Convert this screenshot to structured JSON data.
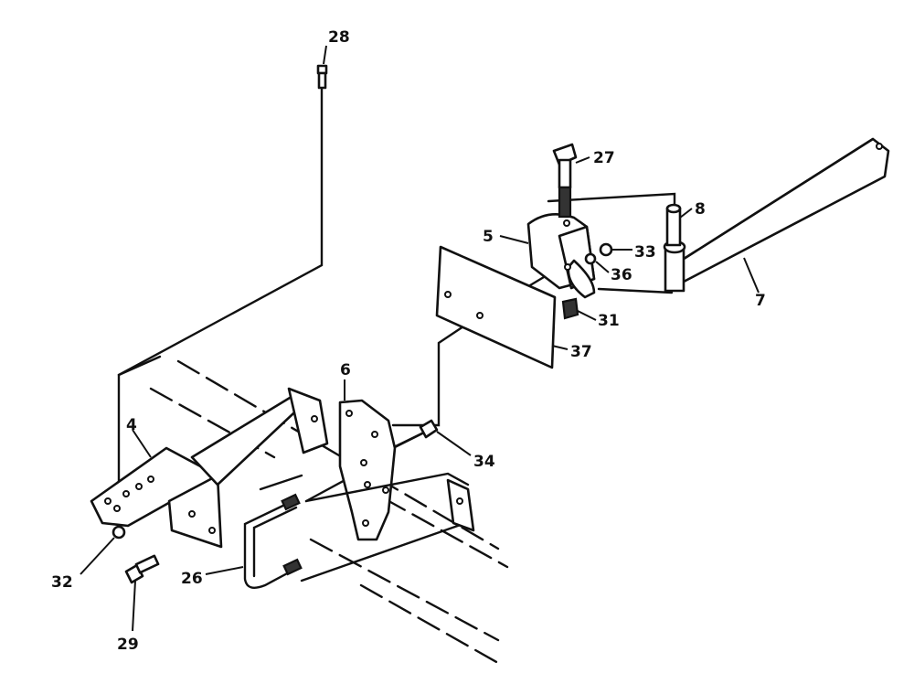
{
  "callouts": {
    "c4": "4",
    "c5": "5",
    "c6": "6",
    "c7": "7",
    "c8": "8",
    "c26": "26",
    "c27": "27",
    "c28": "28",
    "c29": "29",
    "c31": "31",
    "c32": "32",
    "c33": "33",
    "c34": "34",
    "c36": "36",
    "c37": "37"
  }
}
